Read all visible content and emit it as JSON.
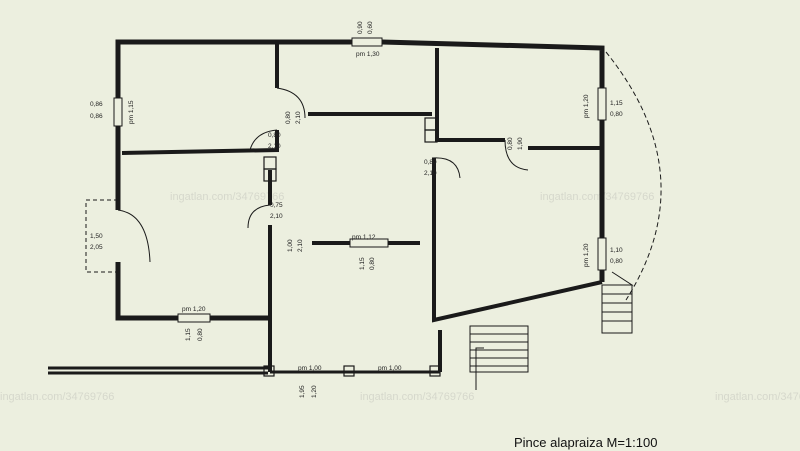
{
  "title": "Pince alapraiza M=1:100",
  "watermark": "ingatlan.com/34769766",
  "colors": {
    "paper": "#ecefdf",
    "ink": "#1a1a1a",
    "watermark": "#d6d8cc"
  },
  "labels": {
    "top_window_w": "0,90",
    "top_window_h": "0,60",
    "top_window_pm": "pm 1,30",
    "left_window_w": "0,86",
    "left_window_h": "0,86",
    "left_window_pm": "pm 1,15",
    "door1_w": "0,80",
    "door1_h": "2,10",
    "door2_w": "0,80",
    "door2_h": "2,10",
    "door3_w": "0,80",
    "door3_h": "2,10",
    "door4_w": "0,80",
    "door4_h": "1,90",
    "door5_w": "0,75",
    "door5_h": "2,10",
    "right_window1_pm": "pm 1,20",
    "right_window1_w": "1,15",
    "right_window1_h": "0,80",
    "right_window2_pm": "pm 1,20",
    "right_window2_w": "1,10",
    "right_window2_h": "0,80",
    "entrance_w": "1,50",
    "entrance_h": "2,05",
    "center_opening_pm": "pm 1,12",
    "center_opening_h": "1,00",
    "center_opening_h2": "2,10",
    "center_lower_w": "1,15",
    "center_lower_h": "0,80",
    "bottom_left_pm": "pm 1,20",
    "bottom_left_w": "1,15",
    "bottom_left_h": "0,80",
    "bottom_pm1": "pm 1,00",
    "bottom_pm2": "pm 1,00",
    "bottom_w": "1,95",
    "bottom_h": "1,20"
  }
}
